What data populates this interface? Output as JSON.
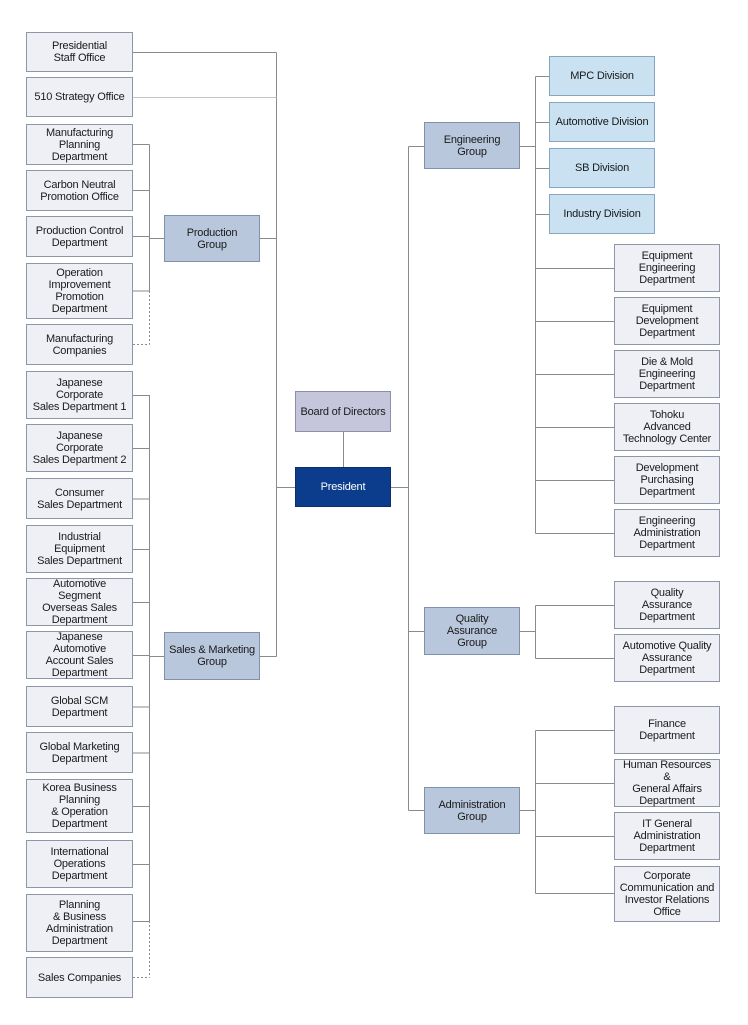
{
  "nodes": {
    "presidential_staff": "Presidential\nStaff Office",
    "strategy_510": "510 Strategy Office",
    "mfg_planning": "Manufacturing\nPlanning\nDepartment",
    "carbon_neutral": "Carbon Neutral\nPromotion Office",
    "production_control": "Production Control\nDepartment",
    "operation_improvement": "Operation\nImprovement\nPromotion\nDepartment",
    "mfg_companies": "Manufacturing\nCompanies",
    "production_group": "Production\nGroup",
    "jp_corp_sales_1": "Japanese\nCorporate\nSales Department 1",
    "jp_corp_sales_2": "Japanese\nCorporate\nSales Department 2",
    "consumer_sales": "Consumer\nSales Department",
    "industrial_equipment_sales": "Industrial\nEquipment\nSales Department",
    "auto_segment_overseas": "Automotive Segment\nOverseas Sales\nDepartment",
    "jp_auto_account": "Japanese Automotive\nAccount Sales\nDepartment",
    "global_scm": "Global SCM\nDepartment",
    "global_marketing": "Global Marketing\nDepartment",
    "korea_business": "Korea Business\nPlanning\n& Operation\nDepartment",
    "international_ops": "International\nOperations\nDepartment",
    "planning_business_admin": "Planning\n& Business\nAdministration\nDepartment",
    "sales_companies": "Sales Companies",
    "sales_marketing_group": "Sales & Marketing\nGroup",
    "board": "Board of Directors",
    "president": "President",
    "engineering_group": "Engineering\nGroup",
    "mpc_division": "MPC Division",
    "automotive_division": "Automotive Division",
    "sb_division": "SB Division",
    "industry_division": "Industry Division",
    "equipment_engineering": "Equipment\nEngineering\nDepartment",
    "equipment_development": "Equipment\nDevelopment\nDepartment",
    "die_mold": "Die & Mold\nEngineering\nDepartment",
    "tohoku": "Tohoku\nAdvanced\nTechnology Center",
    "development_purchasing": "Development\nPurchasing\nDepartment",
    "engineering_admin": "Engineering\nAdministration\nDepartment",
    "qa_group": "Quality\nAssurance\nGroup",
    "quality_assurance_dept": "Quality\nAssurance\nDepartment",
    "auto_quality_assurance": "Automotive Quality\nAssurance\nDepartment",
    "admin_group": "Administration\nGroup",
    "finance": "Finance\nDepartment",
    "hr_ga": "Human Resources &\nGeneral Affairs\nDepartment",
    "it_general": "IT General\nAdministration\nDepartment",
    "corp_comm": "Corporate\nCommunication and\nInvestor Relations\nOffice"
  },
  "colors": {
    "department": "#eef0f6",
    "group": "#b8c7dc",
    "division": "#c9e1f1",
    "board": "#c5c5dc",
    "president": "#0c3d8c",
    "line": "#8a8a8a"
  }
}
